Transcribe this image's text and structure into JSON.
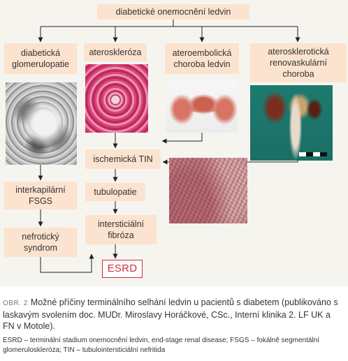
{
  "nodes": {
    "top": "diabetické onemocnění ledvin",
    "dgn": "diabetická\nglomerulopatie",
    "ateroskleroza": "ateroskleróza",
    "ateroembolicka": "ateroembolická\nchoroba ledvin",
    "renovaskularni": "aterosklerotická\nrenovaskulární\nchoroba",
    "ischemicka_tin": "ischemická TIN",
    "fsgs": "interkapilární\nFSGS",
    "tubulopatie": "tubulopatie",
    "nefroticky": "nefrotický\nsyndrom",
    "fibroza": "intersticiální\nfibróza",
    "esrd": "ESRD"
  },
  "photos": {
    "glomerulus": "histology-glomerulus",
    "artery": "histology-artery",
    "specimen": "kidney-specimen-atheroembolic",
    "kidneys": "kidney-specimen-renovascular",
    "tin": "histology-tubulointerstitial"
  },
  "caption": {
    "label": "OBR. 2",
    "text": "Možné příčiny terminálního selhání ledvin u pacientů s diabetem (publikováno s laskavým svolením doc. MUDr. Miroslavy Horáčkové, CSc., Interní klinika 2. LF UK a FN v Motole)."
  },
  "footnote": "ESRD – terminální stadium onemocnění ledvin, end-stage renal disease; FSGS – fokálně segmentální glomeruloskleróza; TIN – tubulointersticiální nefritida",
  "colors": {
    "node_fill": "#fbe3cf",
    "connector": "#222222",
    "esrd_accent": "#c8313b",
    "panel_bg": "#f6f4ef"
  }
}
